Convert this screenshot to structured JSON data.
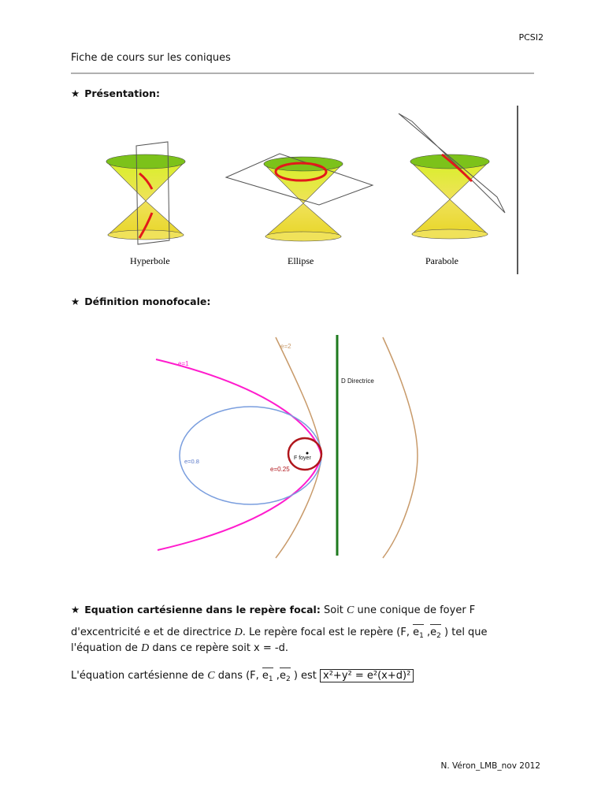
{
  "header": {
    "class_tag": "PCSI2",
    "title": "Fiche de cours sur les coniques"
  },
  "sections": {
    "presentation": "Présentation:",
    "definition": "Définition monofocale:",
    "equation": "Equation cartésienne dans le repère focal:"
  },
  "cones": {
    "hyperbole": "Hyperbole",
    "ellipse": "Ellipse",
    "parabole": "Parabole"
  },
  "diagram": {
    "e1": "e=1",
    "e2": "e=2",
    "e08": "e=0.8",
    "e025": "e=0.25",
    "directrice": "D Directrice",
    "foyer": "F foyer",
    "colors": {
      "parabola": "#ff1ccd",
      "hyperbola": "#c89a6a",
      "ellipse": "#7a9ede",
      "circle": "#b0161c",
      "directrice": "#1e7a1e"
    }
  },
  "equation": {
    "p1_a": "Soit",
    "conic": "C",
    "p1_b": "une conique de foyer F",
    "p2_a": "d'excentricité e et de directrice",
    "dir": "D",
    "p2_b": ". Le repère focal est le repère (F,",
    "e": "e",
    "i1": "1",
    "i2": "2",
    "comma": ",",
    "p2_c": ") tel que",
    "p3_a": "l'équation de",
    "p3_b": "dans ce repère soit x = -d.",
    "p4_a": "L'équation cartésienne de",
    "p4_b": "dans (F,",
    "p4_c": ") est",
    "formula": "x²+y² = e²(x+d)²"
  },
  "footer": "N. Véron_LMB_nov 2012"
}
